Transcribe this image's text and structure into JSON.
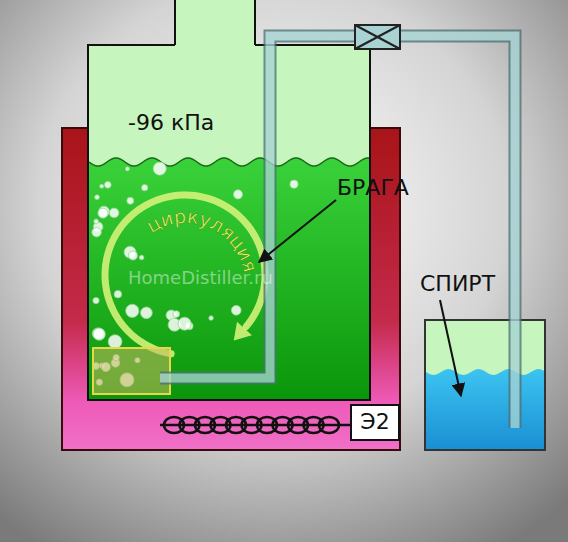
{
  "diagram": {
    "nodes": [
      {
        "text": [
          "Э2"
        ]
      }
    ],
    "labels": [
      "-96 кПа",
      "БРАГА",
      "СПИРТ",
      "циркуляция",
      "HomeDistiller.ru"
    ]
  }
}
